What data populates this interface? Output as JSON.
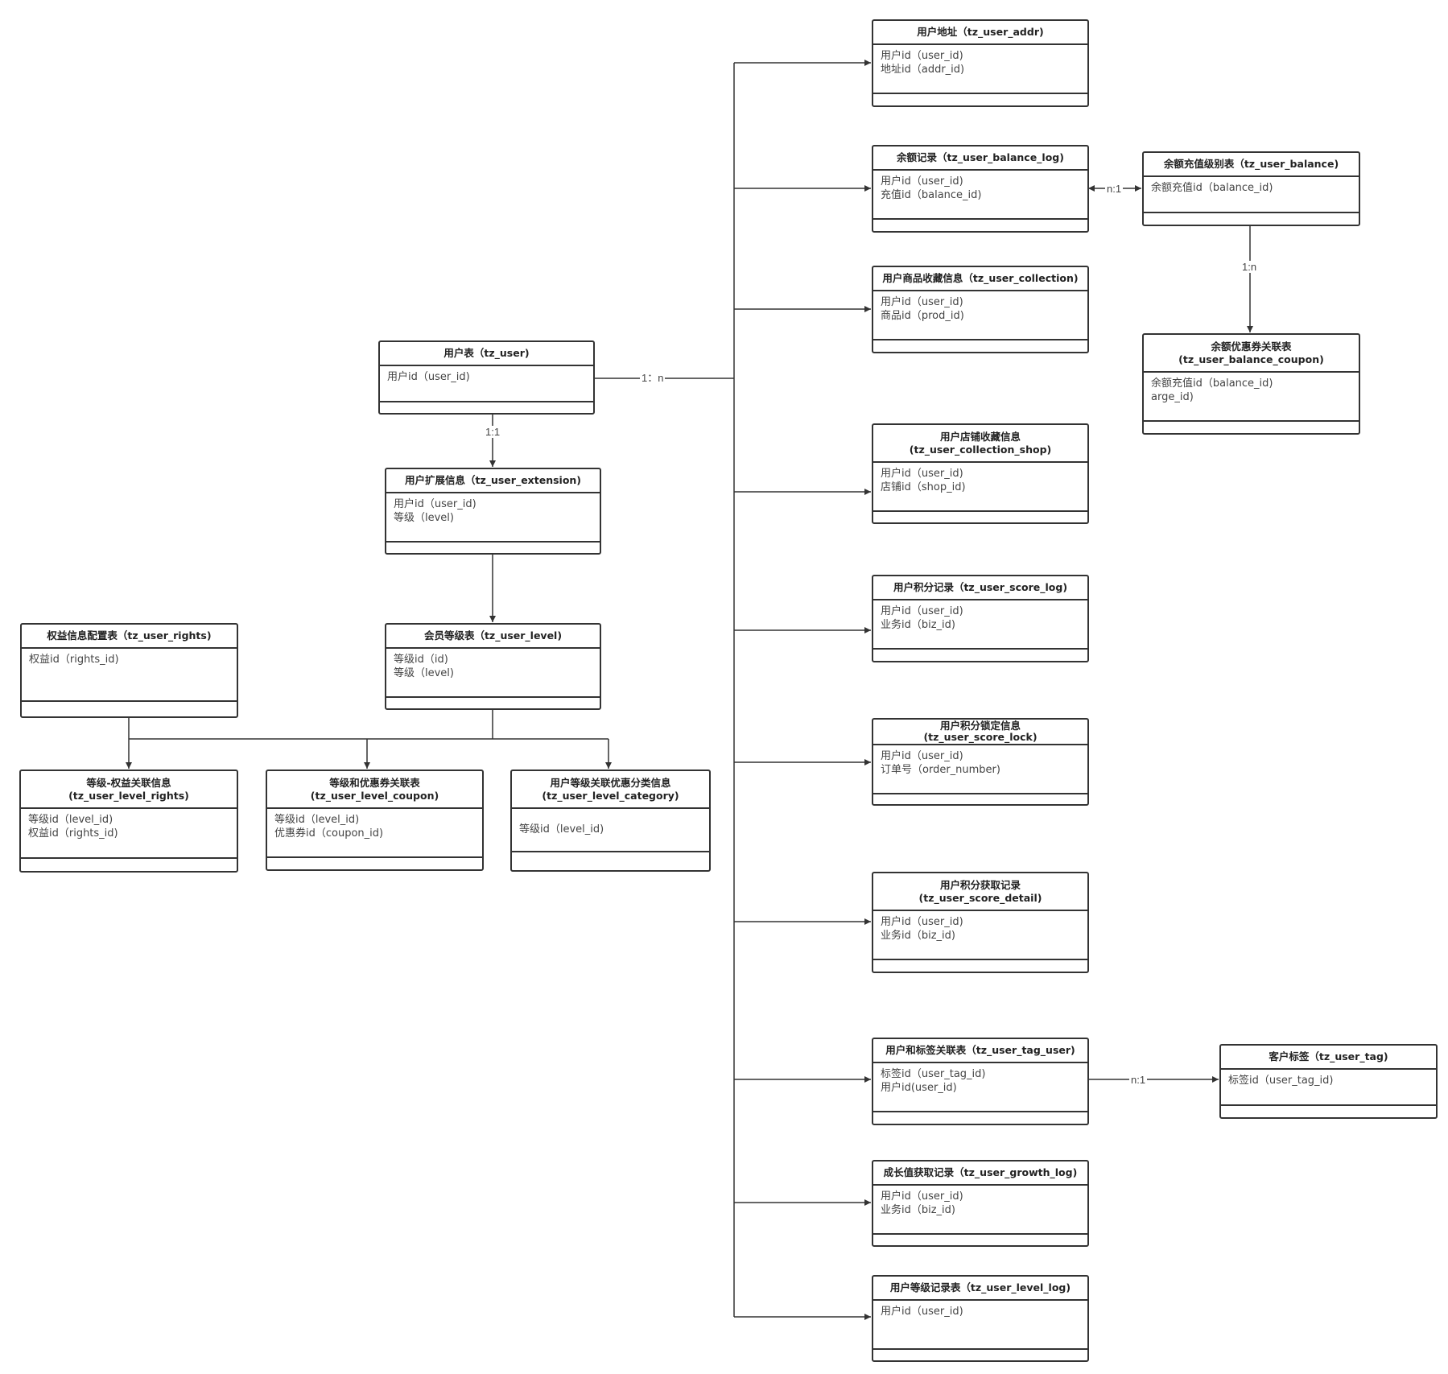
{
  "tables": {
    "tz_user": {
      "title": [
        "用户表（tz_user)"
      ],
      "fields": [
        "用户id（user_id)"
      ]
    },
    "tz_user_extension": {
      "title": [
        "用户扩展信息（tz_user_extension)"
      ],
      "fields": [
        "用户id（user_id)",
        "等级（level)"
      ]
    },
    "tz_user_level": {
      "title": [
        "会员等级表（tz_user_level)"
      ],
      "fields": [
        "等级id（id)",
        "等级（level)"
      ]
    },
    "tz_user_rights": {
      "title": [
        "权益信息配置表（tz_user_rights)"
      ],
      "fields": [
        "权益id（rights_id)"
      ]
    },
    "tz_user_level_rights": {
      "title": [
        "等级-权益关联信息",
        "(tz_user_level_rights)"
      ],
      "fields": [
        "等级id（level_id)",
        "权益id（rights_id)"
      ]
    },
    "tz_user_level_coupon": {
      "title": [
        "等级和优惠券关联表",
        "(tz_user_level_coupon)"
      ],
      "fields": [
        "等级id（level_id)",
        "优惠券id（coupon_id)"
      ]
    },
    "tz_user_level_category": {
      "title": [
        "用户等级关联优惠分类信息",
        "(tz_user_level_category)"
      ],
      "fields": [
        "等级id（level_id)"
      ]
    },
    "tz_user_addr": {
      "title": [
        "用户地址（tz_user_addr)"
      ],
      "fields": [
        "用户id（user_id)",
        "地址id（addr_id)"
      ]
    },
    "tz_user_balance_log": {
      "title": [
        "余额记录（tz_user_balance_log)"
      ],
      "fields": [
        "用户id（user_id)",
        "充值id（balance_id)"
      ]
    },
    "tz_user_collection": {
      "title": [
        "用户商品收藏信息（tz_user_collection)"
      ],
      "fields": [
        "用户id（user_id)",
        "商品id（prod_id)"
      ]
    },
    "tz_user_collection_shop": {
      "title": [
        "用户店铺收藏信息",
        "(tz_user_collection_shop)"
      ],
      "fields": [
        "用户id（user_id)",
        "店铺id（shop_id)"
      ]
    },
    "tz_user_score_log": {
      "title": [
        "用户积分记录（tz_user_score_log)"
      ],
      "fields": [
        "用户id（user_id)",
        "业务id（biz_id)"
      ]
    },
    "tz_user_score_lock": {
      "title": [
        "用户积分锁定信息",
        "(tz_user_score_lock)"
      ],
      "fields": [
        "用户id（user_id)",
        "订单号（order_number)"
      ]
    },
    "tz_user_score_detail": {
      "title": [
        "用户积分获取记录",
        "(tz_user_score_detail)"
      ],
      "fields": [
        "用户id（user_id)",
        "业务id（biz_id)"
      ]
    },
    "tz_user_tag_user": {
      "title": [
        "用户和标签关联表（tz_user_tag_user)"
      ],
      "fields": [
        "标签id（user_tag_id)",
        "用户id(user_id)"
      ]
    },
    "tz_user_growth_log": {
      "title": [
        "成长值获取记录（tz_user_growth_log)"
      ],
      "fields": [
        "用户id（user_id)",
        "业务id（biz_id)"
      ]
    },
    "tz_user_level_log": {
      "title": [
        "用户等级记录表（tz_user_level_log)"
      ],
      "fields": [
        "用户id（user_id)"
      ]
    },
    "tz_user_balance": {
      "title": [
        "余额充值级别表（tz_user_balance)"
      ],
      "fields": [
        "余额充值id（balance_id)"
      ]
    },
    "tz_user_balance_coupon": {
      "title": [
        "余额优惠券关联表",
        "(tz_user_balance_coupon)"
      ],
      "fields": [
        "余额充值id（balance_id)",
        "arge_id)"
      ]
    },
    "tz_user_tag": {
      "title": [
        "客户标签（tz_user_tag)"
      ],
      "fields": [
        "标签id（user_tag_id)"
      ]
    }
  },
  "relations": {
    "user_to_children": "1：n",
    "user_to_extension": "1:1",
    "balance_log_to_balance": "n:1",
    "balance_to_coupon": "1:n",
    "tag_user_to_tag": "n:1"
  },
  "colors": {
    "line": "#333333",
    "border": "#333333",
    "text": "#444444"
  }
}
